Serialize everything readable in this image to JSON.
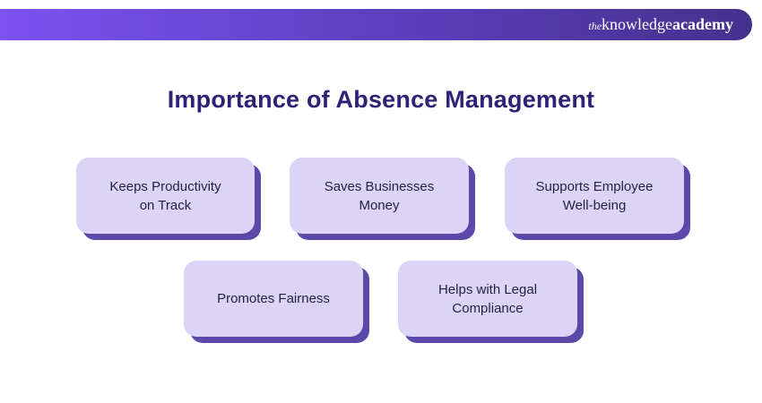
{
  "header": {
    "logo": {
      "the": "the",
      "knowledge": "knowledge",
      "academy": "academy"
    },
    "gradient_left_color": "#7C52F1",
    "gradient_right_color": "#44318C",
    "text_color": "#FFFFFF"
  },
  "title": {
    "text": "Importance of Absence Management",
    "color": "#2E2277"
  },
  "cards": [
    {
      "label": "Keeps Productivity\non Track"
    },
    {
      "label": "Saves Businesses\nMoney"
    },
    {
      "label": "Supports Employee\nWell-being"
    },
    {
      "label": "Promotes Fairness"
    },
    {
      "label": "Helps with Legal\nCompliance"
    }
  ],
  "card_style": {
    "background_color": "#DCD4F7",
    "shadow_color": "#5B48A8",
    "text_color": "#262144"
  }
}
